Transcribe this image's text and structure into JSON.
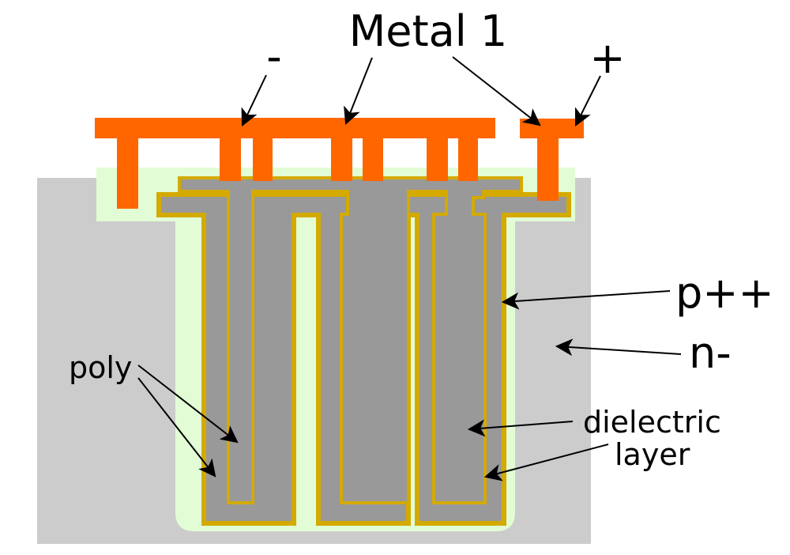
{
  "labels": {
    "metal1": "Metal 1",
    "minus": "-",
    "plus": "+",
    "pplusplus": "p++",
    "nminus": "n-",
    "poly": "poly",
    "dielectric_line1": "dielectric",
    "dielectric_line2": "layer"
  },
  "colors": {
    "substrate_n": "#cccccc",
    "well_p": "#e2fdd5",
    "poly": "#999999",
    "dielectric": "#d4aa00",
    "metal": "#ff6600",
    "arrow": "#000000"
  }
}
